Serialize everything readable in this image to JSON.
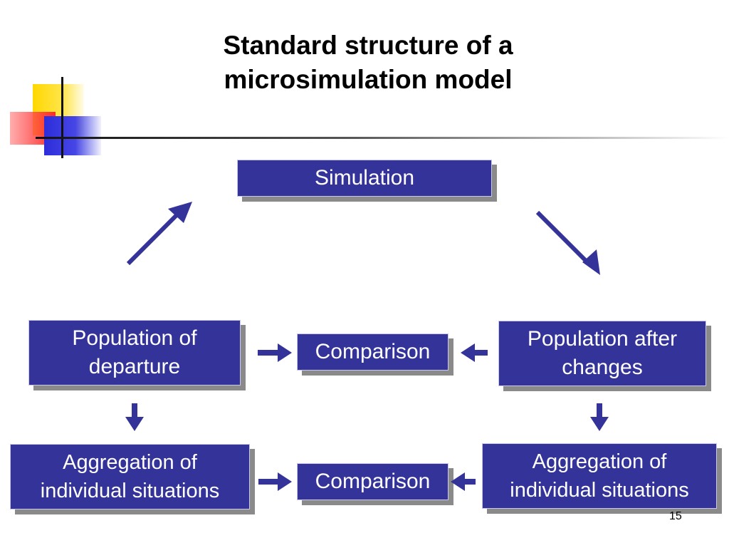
{
  "title": {
    "line1": "Standard structure of a",
    "line2": "microsimulation model"
  },
  "boxes": {
    "simulation": "Simulation",
    "population_departure": {
      "line1": "Population of",
      "line2": "departure"
    },
    "population_after": {
      "line1": "Population after",
      "line2": "changes"
    },
    "comparison_top": "Comparison",
    "comparison_bottom": "Comparison",
    "aggregation_left": {
      "line1": "Aggregation of",
      "line2": "individual situations"
    },
    "aggregation_right": {
      "line1": "Aggregation of",
      "line2": "individual situations"
    }
  },
  "colors": {
    "box_fill": "#333399",
    "arrow": "#333399",
    "shadow": "#8a8a8a"
  },
  "page_number": "15"
}
